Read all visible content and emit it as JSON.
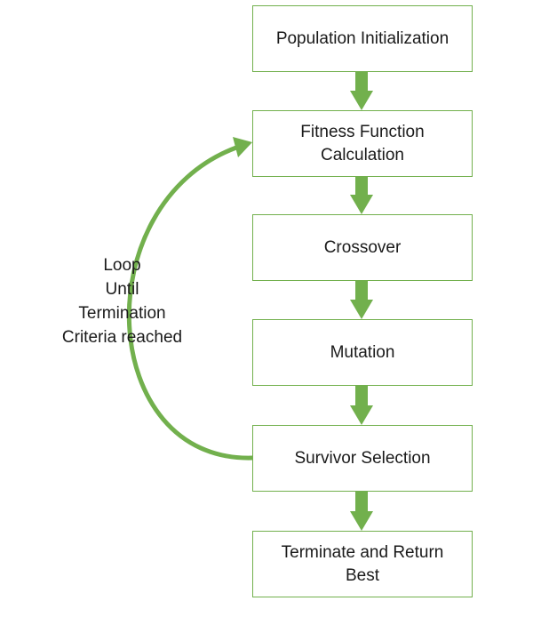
{
  "steps": [
    {
      "label": "Population Initialization"
    },
    {
      "label": "Fitness Function\nCalculation"
    },
    {
      "label": "Crossover"
    },
    {
      "label": "Mutation"
    },
    {
      "label": "Survivor Selection"
    },
    {
      "label": "Terminate and Return\nBest"
    }
  ],
  "loop": {
    "label": "Loop\nUntil\nTermination\nCriteria reached"
  },
  "colors": {
    "arrow": "#72b04d",
    "border": "#72b04d",
    "text": "#1a1a1a"
  }
}
